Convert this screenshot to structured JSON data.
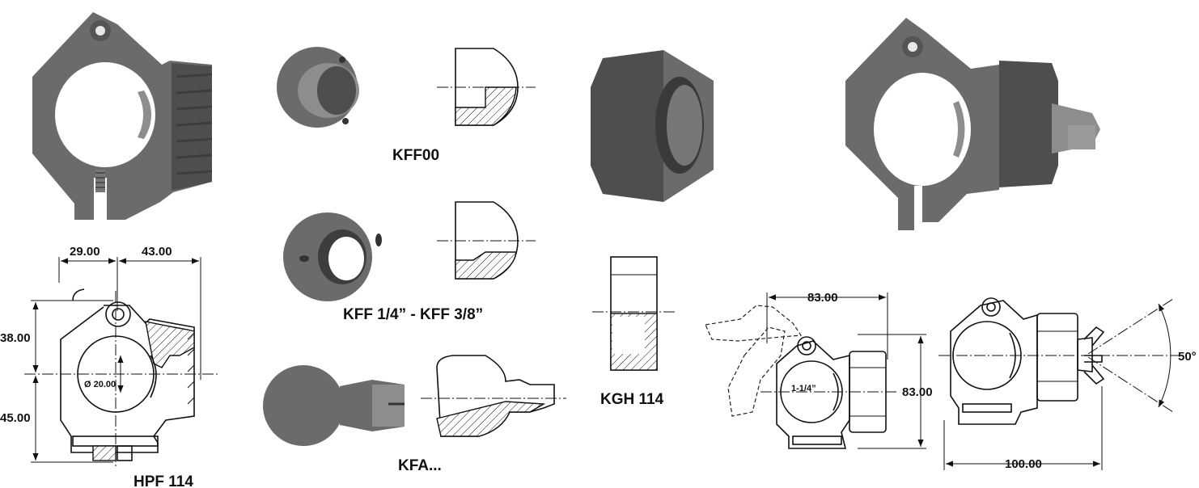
{
  "labels": {
    "kff00": "KFF00",
    "kff_1_4_3_8": "KFF 1/4” - KFF 3/8”",
    "kfa": "KFA...",
    "kgh114": "KGH 114",
    "hpf114": "HPF 114"
  },
  "dimensions": {
    "hpf_width_left": "29.00",
    "hpf_width_right": "43.00",
    "hpf_upper_height": "38.00",
    "hpf_lower_height": "45.00",
    "hpf_bore": "Ø 20.00",
    "assembly_width": "83.00",
    "assembly_height": "83.00",
    "assembly_pipe": "1-1/4”",
    "assembly_length": "100.00",
    "assembly_angle": "50°"
  }
}
